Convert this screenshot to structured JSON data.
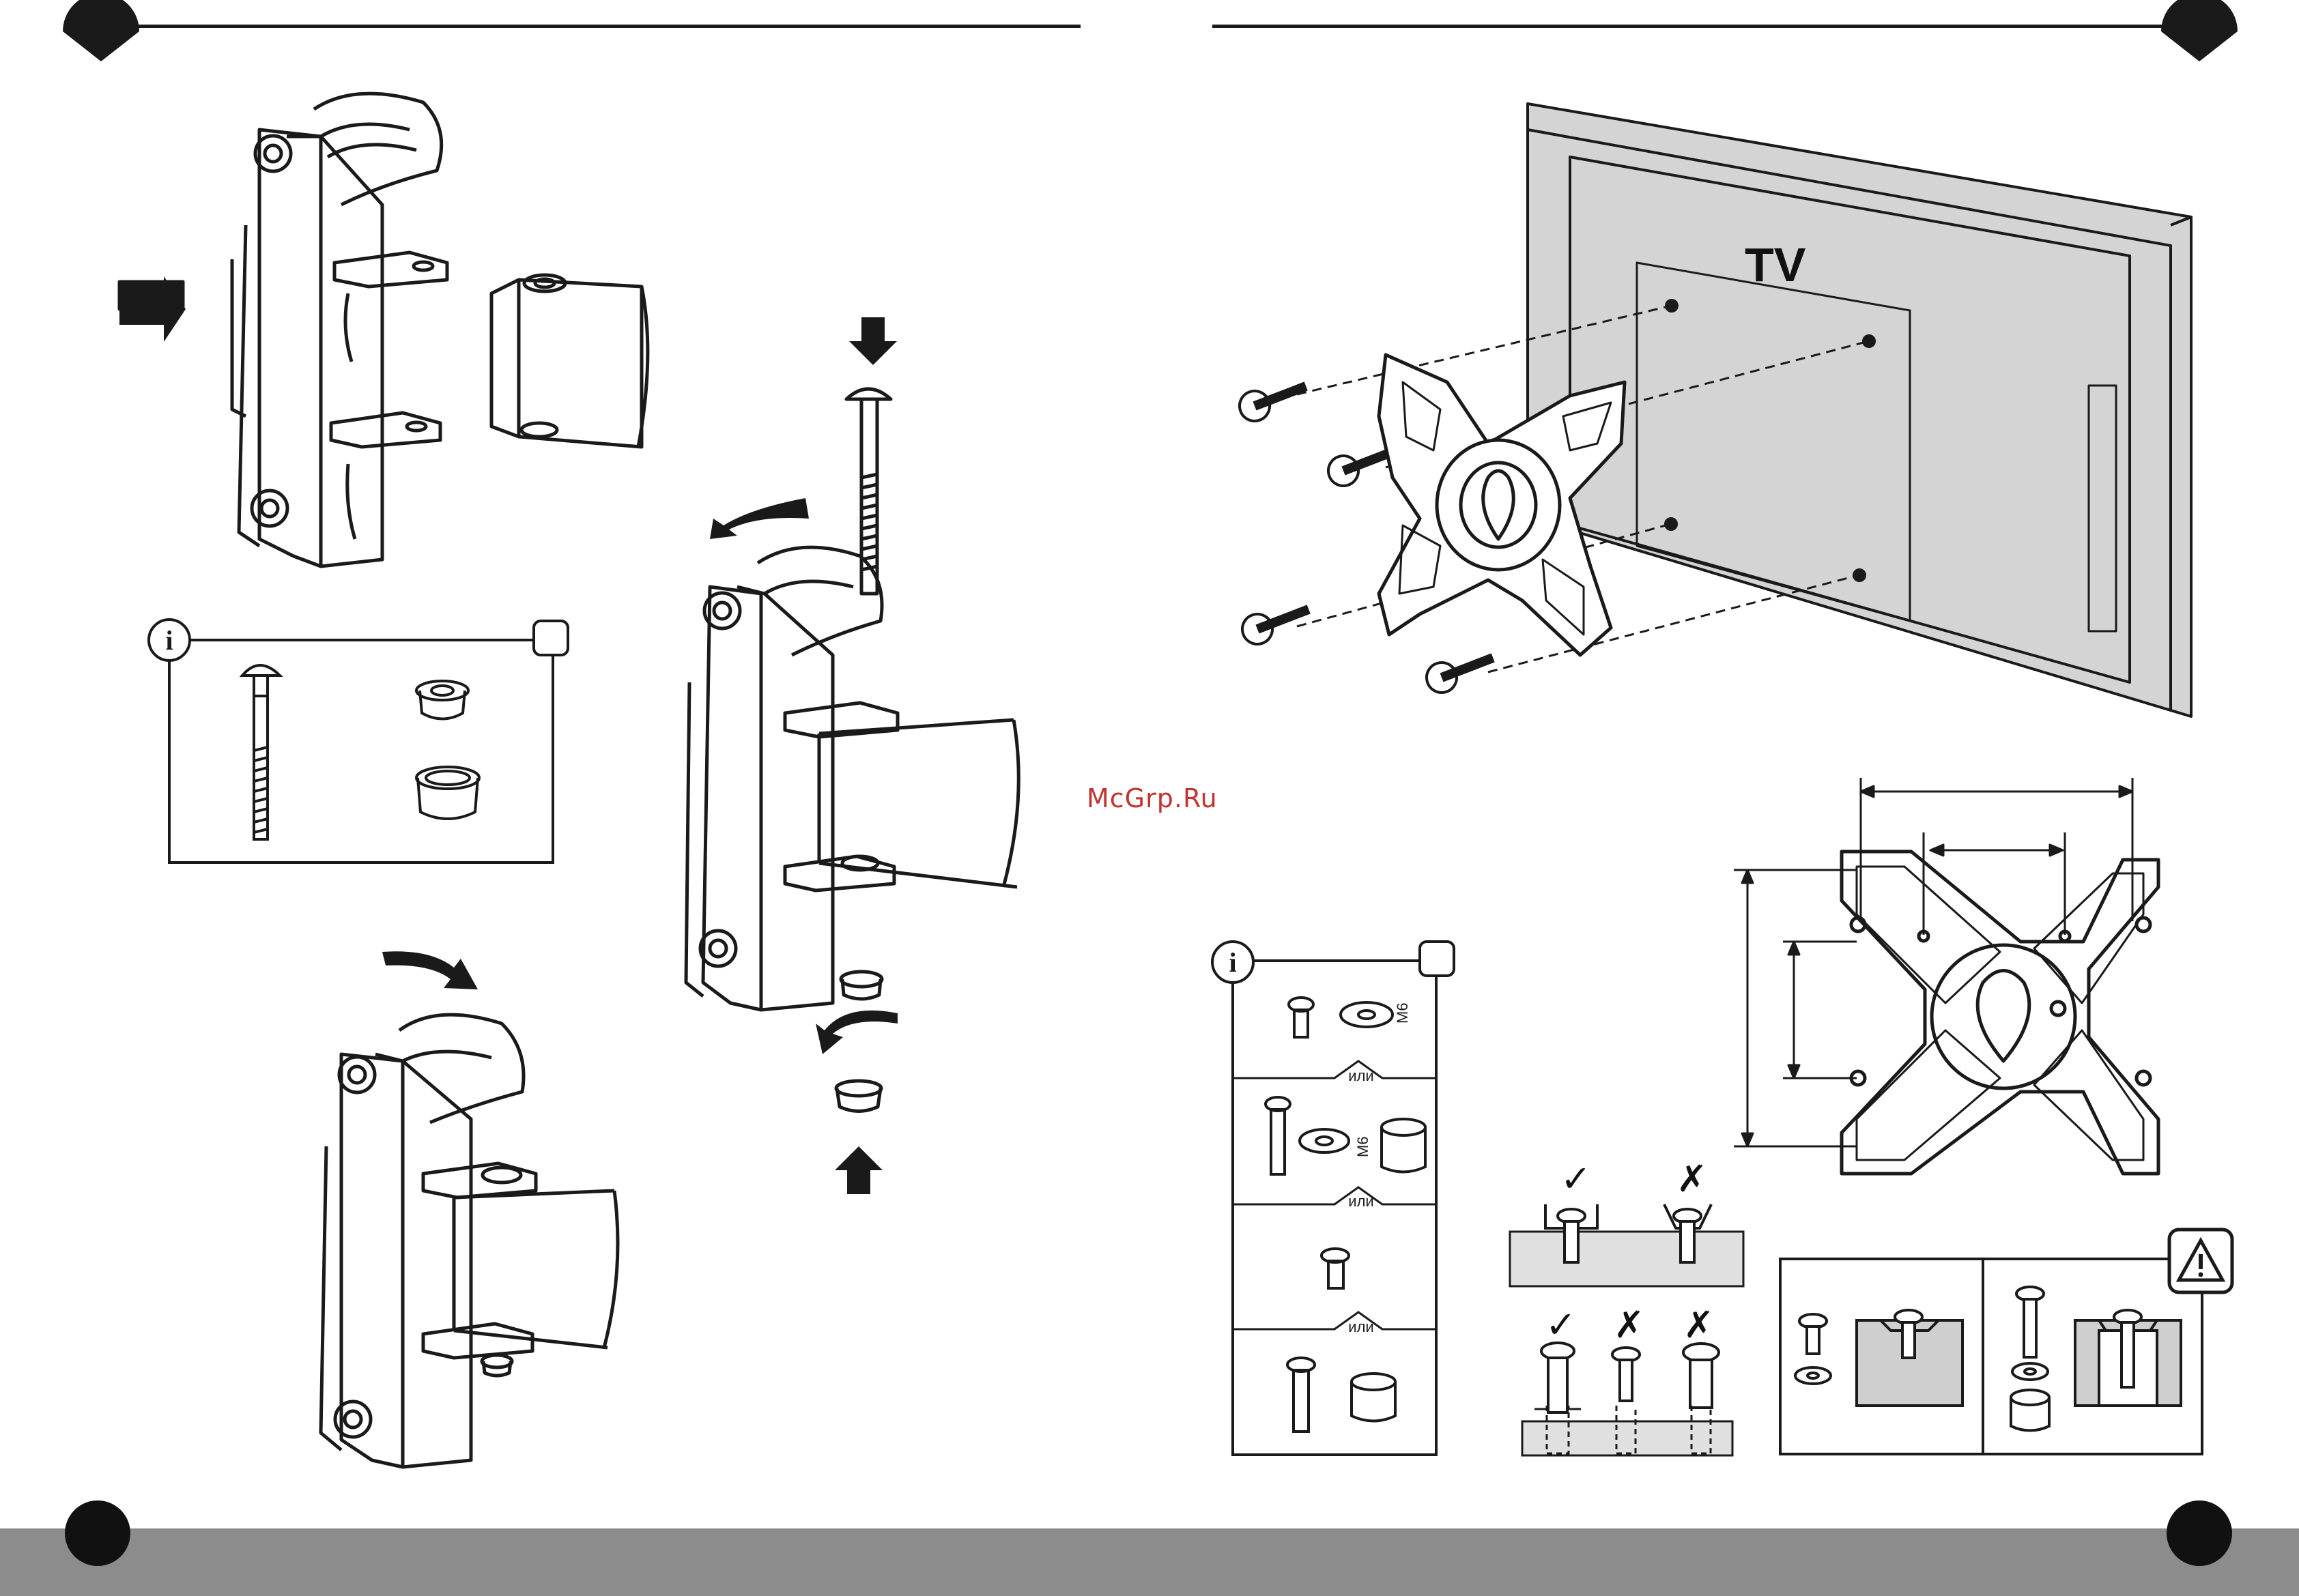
{
  "watermark": "McGrp.Ru",
  "tv_label": "TV",
  "kit_left": {
    "info_icon": "info-icon"
  },
  "kit_right": {
    "info_icon": "info-icon",
    "m6_label_1": "M6",
    "m6_label_2": "M6",
    "or_1": "или",
    "or_2": "или",
    "or_3": "или"
  },
  "checks": {
    "top_ok": "✓",
    "top_bad": "✗",
    "bottom_ok": "✓",
    "bottom_bad_1": "✗",
    "bottom_bad_2": "✗"
  },
  "warning_icon": "warning-icon",
  "colors": {
    "line": "#1a1a1a",
    "tv_fill": "#d4d4d4",
    "footer_bar": "#8c8c8c",
    "watermark": "#c3332f"
  }
}
